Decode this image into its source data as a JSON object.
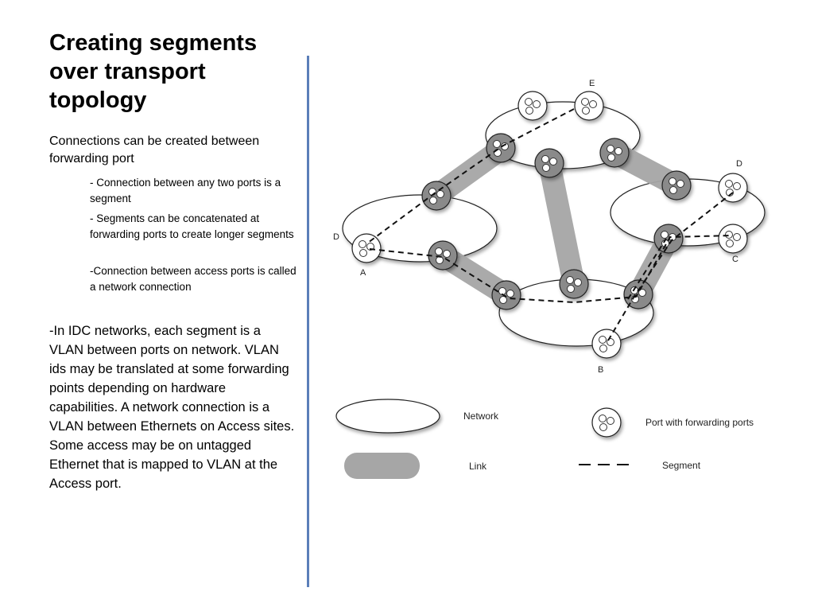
{
  "slide": {
    "title": "Creating segments over transport topology",
    "intro": "Connections  can be created between forwarding port",
    "bullets": [
      "- Connection between any two ports is a segment",
      "- Segments can be concatenated at forwarding ports to create longer segments",
      "-Connection between access ports is called a network connection"
    ],
    "body": "-In IDC networks, each segment is a VLAN between ports on network. VLAN ids may be translated at some forwarding points depending on hardware capabilities.  A network connection is a VLAN between Ethernets on Access sites.  Some access may be on untagged Ethernet that is mapped to VLAN at the Access port."
  },
  "diagram": {
    "node_labels": {
      "E": "E",
      "D_top": "D",
      "D_left": "D",
      "A": "A",
      "C": "C",
      "B": "B"
    },
    "legend": {
      "network": "Network",
      "port": "Port with forwarding ports",
      "link": "Link",
      "segment": "Segment"
    }
  },
  "colors": {
    "divider": "#5b7fb9",
    "link": "#a6a6a6",
    "port_shaded": "#8a8a8a"
  }
}
